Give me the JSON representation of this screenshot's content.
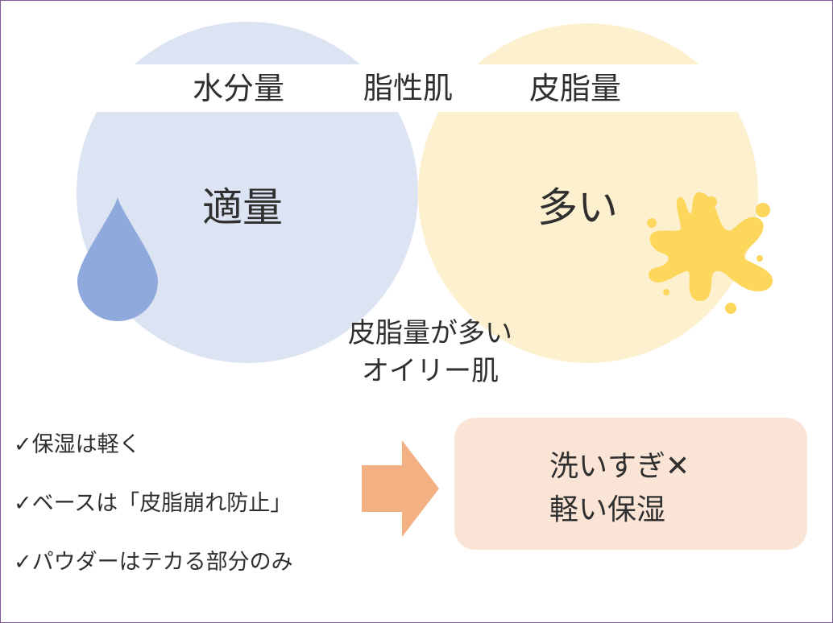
{
  "venn": {
    "left_label": "水分量",
    "center_label": "脂性肌",
    "right_label": "皮脂量",
    "left_value": "適量",
    "right_value": "多い",
    "summary_line1": "皮脂量が多い",
    "summary_line2": "オイリー肌"
  },
  "tips": [
    "✓保湿は軽く",
    "✓ベースは「皮脂崩れ防止」",
    "✓パウダーはテカる部分のみ"
  ],
  "result": {
    "line1": "洗いすぎ✕",
    "line2": "軽い保湿"
  },
  "colors": {
    "water_circle": "#dce3f2",
    "sebum_circle": "#fdf0cf",
    "water_drop": "#8fa9dc",
    "oil_splash": "#fdd65c",
    "arrow": "#f2b083",
    "result_box": "#fae4d6",
    "frame_border": "#7b5a96"
  },
  "icons": {
    "water": "water-drop-icon",
    "oil": "oil-splash-icon",
    "arrow": "arrow-right-icon"
  }
}
